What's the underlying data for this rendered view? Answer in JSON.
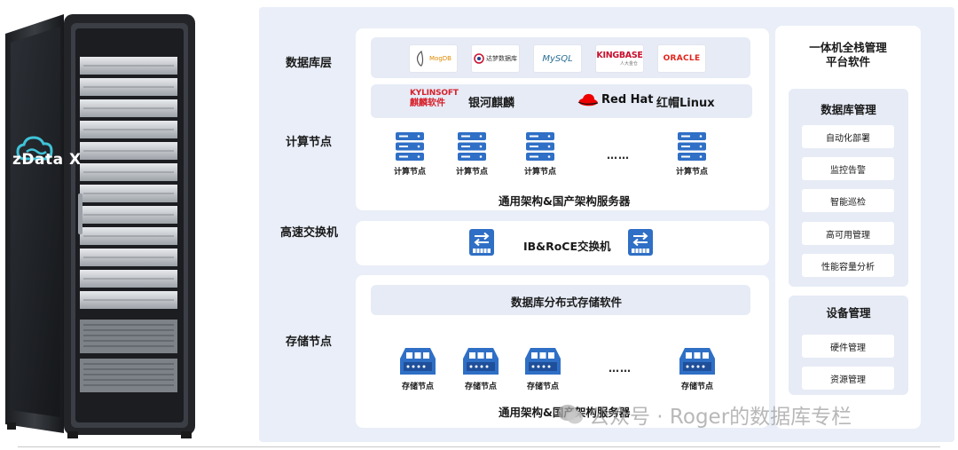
{
  "rack": {
    "brand": "zData X"
  },
  "layers": {
    "database": "数据库层",
    "compute": "计算节点",
    "switch": "高速交换机",
    "storage": "存储节点"
  },
  "databases": [
    {
      "name": "MogDB",
      "icon": "mogdb-logo"
    },
    {
      "name": "达梦数据库",
      "icon": "dameng-logo"
    },
    {
      "name": "MySQL",
      "icon": "mysql-logo"
    },
    {
      "name": "KINGBASE",
      "sub": "人大金仓",
      "icon": "kingbase-logo"
    },
    {
      "name": "ORACLE",
      "icon": "oracle-logo"
    }
  ],
  "os": {
    "kylin_logo_top": "KYLINSOFT",
    "kylin_logo_bottom": "麒麟软件",
    "kylin_name": "银河麒麟",
    "redhat_logo": "Red Hat",
    "redhat_name": "红帽Linux"
  },
  "compute": {
    "node_label": "计算节点",
    "ellipsis": "……",
    "caption": "通用架构&国产架构服务器"
  },
  "switch": {
    "label": "IB&RoCE交换机"
  },
  "storage": {
    "software": "数据库分布式存储软件",
    "node_label": "存储节点",
    "ellipsis": "……",
    "caption": "通用架构&国产架构服务器"
  },
  "management": {
    "title_line1": "一体机全栈管理",
    "title_line2": "平台软件",
    "db_title": "数据库管理",
    "db_items": [
      "自动化部署",
      "监控告警",
      "智能巡检",
      "高可用管理",
      "性能容量分析"
    ],
    "device_title": "设备管理",
    "device_items": [
      "硬件管理",
      "资源管理"
    ]
  },
  "watermark": "公众号 · Roger的数据库专栏",
  "colors": {
    "panel": "#e9eef8",
    "card": "#ffffff",
    "subcard": "#e6ebf6",
    "icon_blue": "#2f6fc6",
    "oracle_red": "#e3231b",
    "kingbase_red": "#c8102e",
    "redhat_red": "#ee0000",
    "kylin_red": "#d7202a"
  }
}
